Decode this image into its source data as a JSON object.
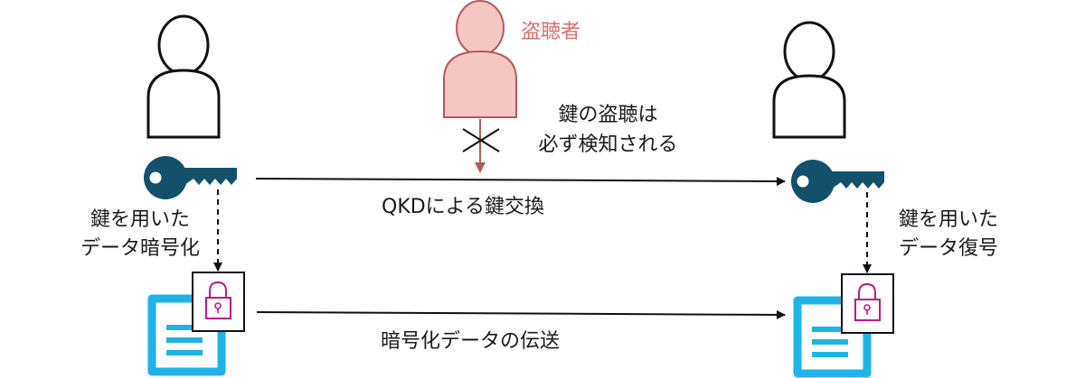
{
  "eavesdropper": {
    "label": "盗聴者",
    "color": "#d9726f"
  },
  "notes": {
    "detection_line1": "鍵の盗聴は",
    "detection_line2": "必ず検知される",
    "qkd": "QKDによる鍵交換",
    "encrypt_line1": "鍵を用いた",
    "encrypt_line2": "データ暗号化",
    "decrypt_line1": "鍵を用いた",
    "decrypt_line2": "データ復号",
    "transfer": "暗号化データの伝送"
  },
  "colors": {
    "key": "#12506b",
    "lock": "#c2188f",
    "document": "#1fb3e8",
    "person_fill": "#f6c6c4",
    "person_stroke": "#b55a57",
    "line": "#111111"
  },
  "icons": {
    "sender": "person-icon",
    "receiver": "person-icon",
    "eavesdropper": "person-icon",
    "key": "key-icon",
    "lock": "padlock-icon",
    "document": "document-icon",
    "blocked": "cross-icon"
  }
}
